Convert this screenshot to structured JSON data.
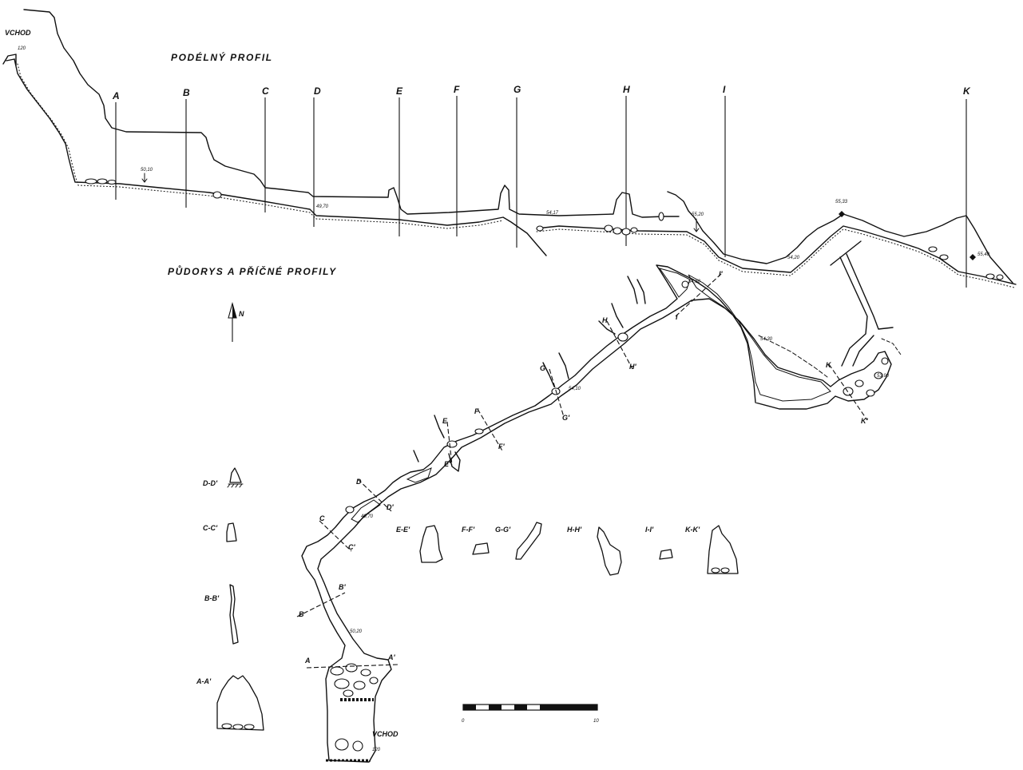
{
  "profile": {
    "title": "PODÉLNÝ PROFIL",
    "entrance": "VCHOD",
    "entrance_elevation": "120",
    "section_letters": [
      "A",
      "B",
      "C",
      "D",
      "E",
      "F",
      "G",
      "H",
      "I",
      "K"
    ],
    "elevations": [
      "50,10",
      "49,70",
      "54,17",
      "55,20",
      "55,33",
      "54,20",
      "55,40"
    ]
  },
  "plan": {
    "title": "PŮDORYS A PŘÍČNÉ PROFILY",
    "north": "N",
    "entrance": "VCHOD",
    "entrance_elevation": "120",
    "section_marks": [
      "A",
      "A'",
      "B",
      "B'",
      "C",
      "C'",
      "D",
      "D'",
      "E",
      "E'",
      "F",
      "F'",
      "G",
      "G'",
      "H",
      "H'",
      "I",
      "I'",
      "K",
      "K'"
    ],
    "elevations": [
      "50,20",
      "49,70",
      "54,10",
      "54,50",
      "54,30",
      "53,90"
    ]
  },
  "cross_sections": [
    "D-D'",
    "C-C'",
    "B-B'",
    "A-A'",
    "E-E'",
    "F-F'",
    "G-G'",
    "H-H'",
    "I-I'",
    "K-K'"
  ],
  "scale": {
    "start": "0",
    "end": "10"
  },
  "colors": {
    "ink": "#111111",
    "paper": "#ffffff"
  }
}
